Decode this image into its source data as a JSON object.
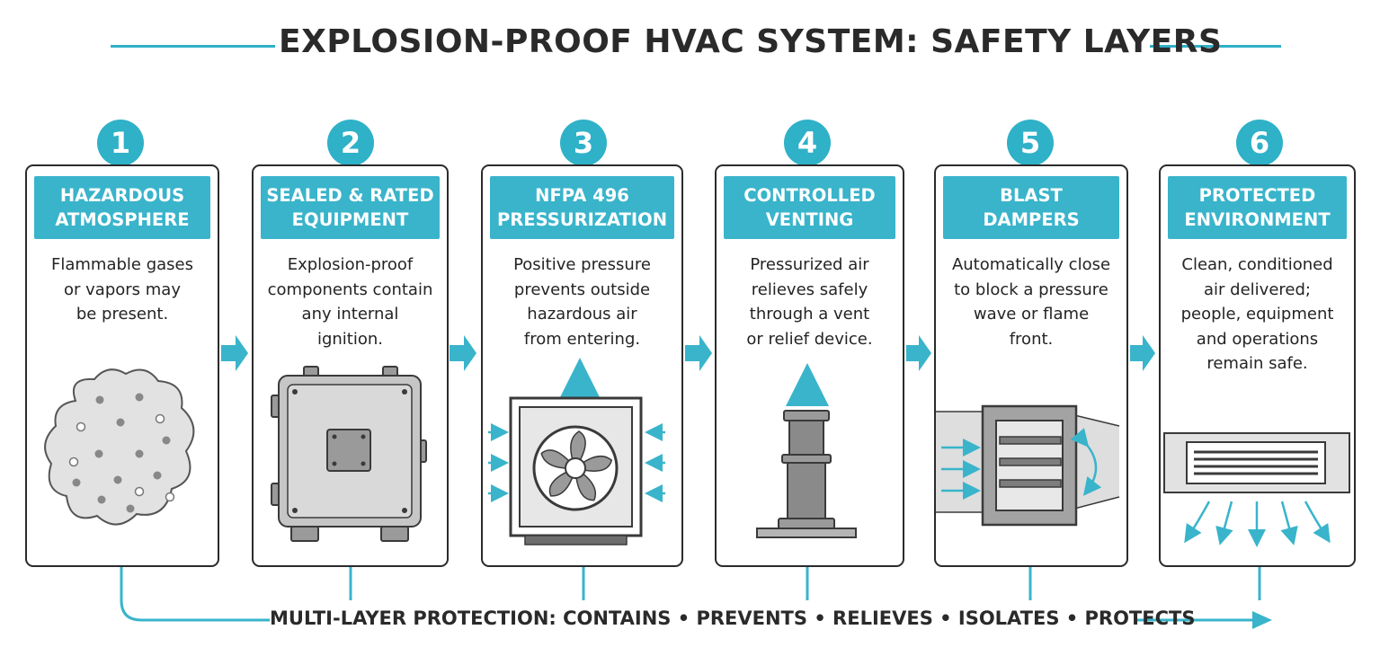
{
  "title": "EXPLOSION-PROOF HVAC SYSTEM: SAFETY LAYERS",
  "steps": [
    {
      "number": "1",
      "header": "HAZARDOUS\nATMOSPHERE",
      "description": "Flammable gases\nor vapors may\nbe present.",
      "icon": "gas-cloud-icon"
    },
    {
      "number": "2",
      "header": "SEALED & RATED\nEQUIPMENT",
      "description": "Explosion-proof\ncomponents contain\nany internal\nignition.",
      "icon": "sealed-enclosure-icon"
    },
    {
      "number": "3",
      "header": "NFPA 496\nPRESSURIZATION",
      "description": "Positive pressure\nprevents outside\nhazardous air\nfrom entering.",
      "icon": "pressurization-fan-icon"
    },
    {
      "number": "4",
      "header": "CONTROLLED\nVENTING",
      "description": "Pressurized air\nrelieves safely\nthrough a vent\nor relief device.",
      "icon": "relief-vent-icon"
    },
    {
      "number": "5",
      "header": "BLAST\nDAMPERS",
      "description": "Automatically close\nto block a pressure\nwave or flame\nfront.",
      "icon": "blast-damper-icon"
    },
    {
      "number": "6",
      "header": "PROTECTED\nENVIRONMENT",
      "description": "Clean, conditioned\nair delivered;\npeople, equipment\nand operations\nremain safe.",
      "icon": "air-diffuser-icon"
    }
  ],
  "footer": "MULTI-LAYER PROTECTION: CONTAINS • PREVENTS • RELIEVES • ISOLATES • PROTECTS",
  "colors": {
    "accent": "#39b4cb",
    "outline": "#2b2b2b",
    "equipment_fill": "#c9c9c9"
  }
}
